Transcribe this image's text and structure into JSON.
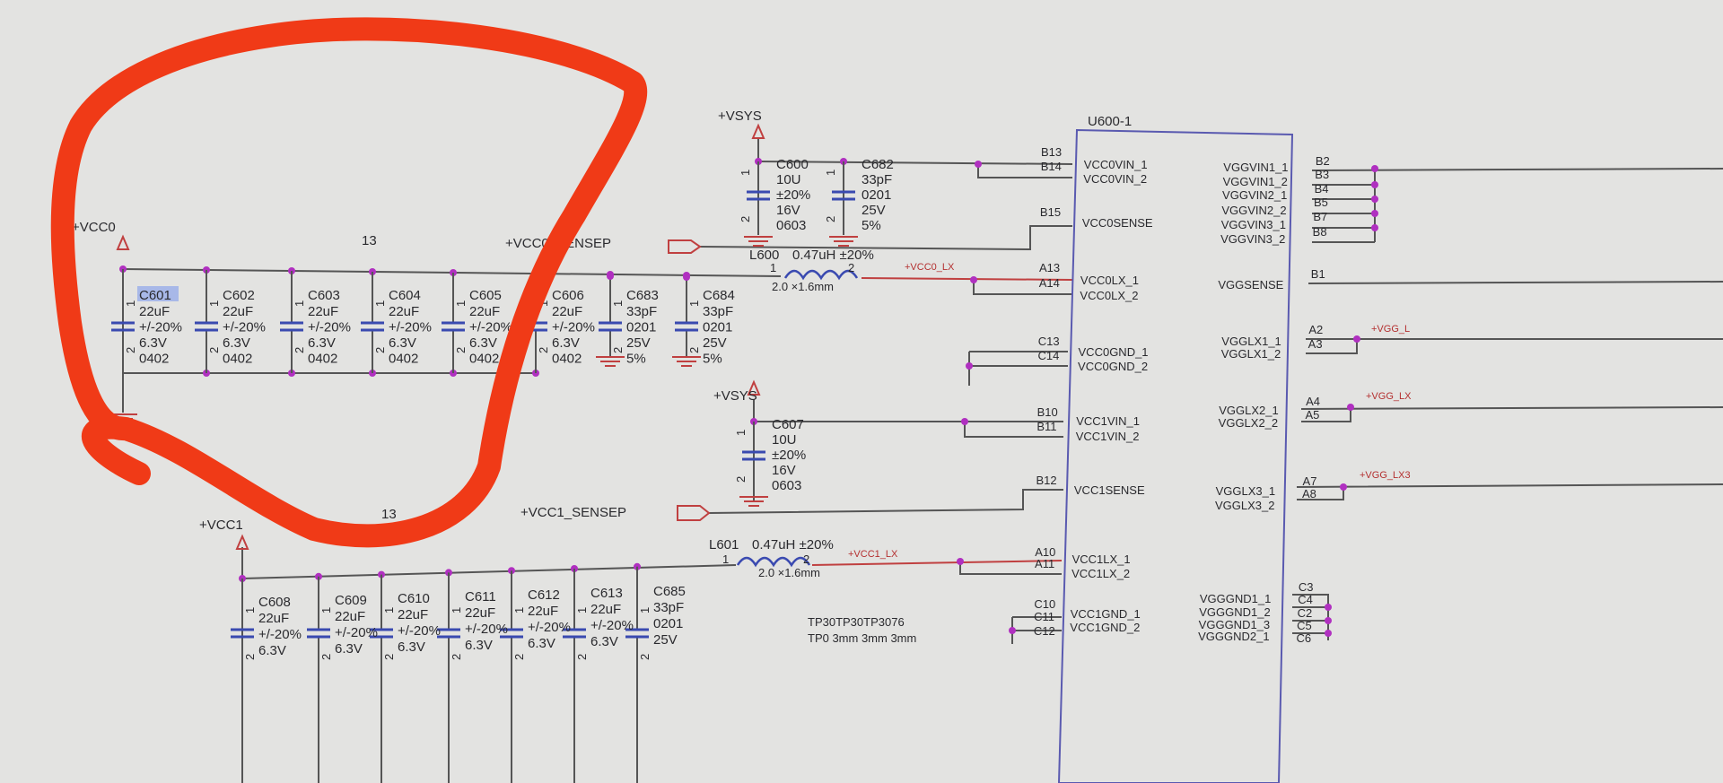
{
  "power": {
    "vcc0": "+VCC0",
    "vsys_top": "+VSYS",
    "vsys_mid": "+VSYS",
    "vcc1": "+VCC1",
    "vcc0_sensep": "+VCC0_SENSEP",
    "vcc1_sensep": "+VCC1_SENSEP",
    "vcc0_lx": "+VCC0_LX",
    "vcc1_lx": "+VCC1_LX",
    "vgg_l": "+VGG_L",
    "vgg_lx": "+VGG_LX",
    "vgg_lx3": "+VGG_LX3"
  },
  "sheet_refs": [
    "13",
    "13"
  ],
  "vcc0_caps": [
    {
      "ref": "C601",
      "lines": [
        "22uF",
        "+/-20%",
        "6.3V",
        "0402"
      ],
      "selected": true
    },
    {
      "ref": "C602",
      "lines": [
        "22uF",
        "+/-20%",
        "6.3V",
        "0402"
      ]
    },
    {
      "ref": "C603",
      "lines": [
        "22uF",
        "+/-20%",
        "6.3V",
        "0402"
      ]
    },
    {
      "ref": "C604",
      "lines": [
        "22uF",
        "+/-20%",
        "6.3V",
        "0402"
      ]
    },
    {
      "ref": "C605",
      "lines": [
        "22uF",
        "+/-20%",
        "6.3V",
        "0402"
      ]
    },
    {
      "ref": "C606",
      "lines": [
        "22uF",
        "+/-20%",
        "6.3V",
        "0402"
      ]
    },
    {
      "ref": "C683",
      "lines": [
        "33pF",
        "0201",
        "25V",
        "5%"
      ]
    },
    {
      "ref": "C684",
      "lines": [
        "33pF",
        "0201",
        "25V",
        "5%"
      ]
    }
  ],
  "vsys_caps": [
    {
      "ref": "C600",
      "lines": [
        "10U",
        "±20%",
        "16V",
        "0603"
      ]
    },
    {
      "ref": "C682",
      "lines": [
        "33pF",
        "0201",
        "25V",
        "5%"
      ]
    },
    {
      "ref": "C607",
      "lines": [
        "10U",
        "±20%",
        "16V",
        "0603"
      ]
    }
  ],
  "vcc1_caps": [
    {
      "ref": "C608",
      "lines": [
        "22uF",
        "+/-20%",
        "6.3V"
      ]
    },
    {
      "ref": "C609",
      "lines": [
        "22uF",
        "+/-20%",
        "6.3V"
      ]
    },
    {
      "ref": "C610",
      "lines": [
        "22uF",
        "+/-20%",
        "6.3V"
      ]
    },
    {
      "ref": "C611",
      "lines": [
        "22uF",
        "+/-20%",
        "6.3V"
      ]
    },
    {
      "ref": "C612",
      "lines": [
        "22uF",
        "+/-20%",
        "6.3V"
      ]
    },
    {
      "ref": "C613",
      "lines": [
        "22uF",
        "+/-20%",
        "6.3V"
      ]
    },
    {
      "ref": "C685",
      "lines": [
        "33pF",
        "0201",
        "25V"
      ]
    }
  ],
  "inductors": [
    {
      "ref": "L600",
      "value": "0.47uH ±20%",
      "size": "2.0 ×1.6mm",
      "pin1": "1",
      "pin2": "2"
    },
    {
      "ref": "L601",
      "value": "0.47uH ±20%",
      "size": "2.0 ×1.6mm",
      "pin1": "1",
      "pin2": "2"
    }
  ],
  "chip": {
    "ref": "U600-1",
    "left_pins": [
      {
        "num": "B13",
        "name": "VCC0VIN_1"
      },
      {
        "num": "B14",
        "name": "VCC0VIN_2"
      },
      {
        "num": "B15",
        "name": "VCC0SENSE"
      },
      {
        "num": "A13",
        "name": "VCC0LX_1"
      },
      {
        "num": "A14",
        "name": "VCC0LX_2"
      },
      {
        "num": "C13",
        "name": "VCC0GND_1"
      },
      {
        "num": "C14",
        "name": "VCC0GND_2"
      },
      {
        "num": "B10",
        "name": "VCC1VIN_1"
      },
      {
        "num": "B11",
        "name": "VCC1VIN_2"
      },
      {
        "num": "B12",
        "name": "VCC1SENSE"
      },
      {
        "num": "A10",
        "name": "VCC1LX_1"
      },
      {
        "num": "A11",
        "name": "VCC1LX_2"
      },
      {
        "num": "C10",
        "name": "VCC1GND_1"
      },
      {
        "num": "C11",
        "name": "VCC1GND_2"
      },
      {
        "num": "C12",
        "name": ""
      }
    ],
    "right_pins": [
      {
        "num": "B2",
        "name": "VGGVIN1_1"
      },
      {
        "num": "B3",
        "name": "VGGVIN1_2"
      },
      {
        "num": "B4",
        "name": "VGGVIN2_1"
      },
      {
        "num": "B5",
        "name": "VGGVIN2_2"
      },
      {
        "num": "B7",
        "name": "VGGVIN3_1"
      },
      {
        "num": "B8",
        "name": "VGGVIN3_2"
      },
      {
        "num": "B1",
        "name": "VGGSENSE"
      },
      {
        "num": "A2",
        "name": "VGGLX1_1"
      },
      {
        "num": "A3",
        "name": "VGGLX1_2"
      },
      {
        "num": "A4",
        "name": "VGGLX2_1"
      },
      {
        "num": "A5",
        "name": "VGGLX2_2"
      },
      {
        "num": "A7",
        "name": "VGGLX3_1"
      },
      {
        "num": "A8",
        "name": "VGGLX3_2"
      },
      {
        "num": "C3",
        "name": "VGGGND1_1"
      },
      {
        "num": "C4",
        "name": "VGGGND1_2"
      },
      {
        "num": "C2",
        "name": "VGGGND1_3"
      },
      {
        "num": "C5",
        "name": "VGGGND2_1"
      },
      {
        "num": "C6",
        "name": ""
      }
    ]
  },
  "test_points": [
    "TP30TP30TP3076",
    "TP0 3mm 3mm 3mm"
  ],
  "cap_pin_labels": [
    "1",
    "2"
  ],
  "colors": {
    "annotation": "#f03a17",
    "wire": "#555555",
    "junction": "#b030c0",
    "pin": "#c04040",
    "plate": "#3a4ab0"
  }
}
